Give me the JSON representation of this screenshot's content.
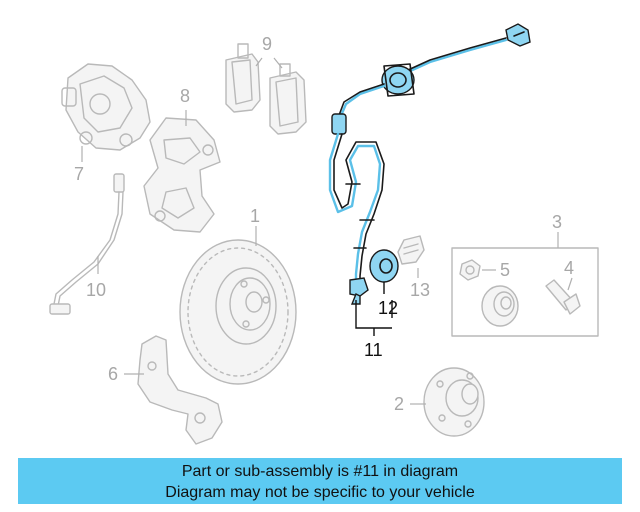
{
  "callouts": {
    "c1": "1",
    "c2": "2",
    "c3": "3",
    "c4": "4",
    "c5": "5",
    "c6": "6",
    "c7": "7",
    "c8": "8",
    "c9": "9",
    "c10": "10",
    "c11": "11",
    "c12": "12",
    "c13": "13"
  },
  "highlight": {
    "part_number": "11",
    "colors": {
      "accent": "#5ccaf2",
      "highlight_part": "#5bc0e8",
      "faded_part": "#b9b9b9"
    }
  },
  "banner": {
    "line1": "Part or sub-assembly is #11 in diagram",
    "line2": "Diagram may not be specific to your vehicle"
  }
}
